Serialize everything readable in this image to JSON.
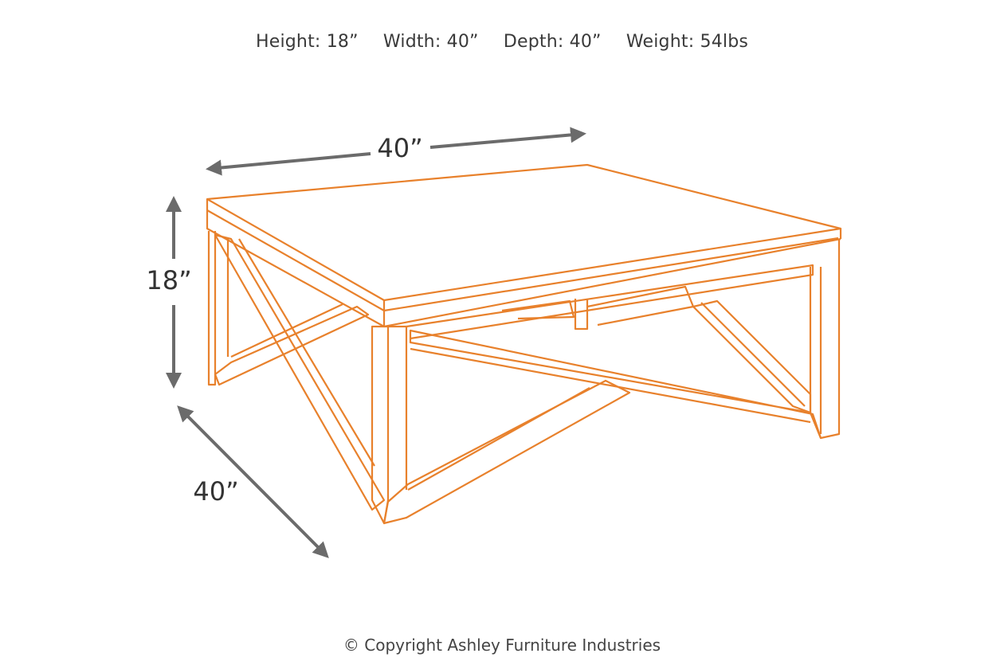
{
  "specs": {
    "height": "Height: 18”",
    "width": "Width: 40”",
    "depth": "Depth: 40”",
    "weight": "Weight: 54lbs"
  },
  "dimensions": {
    "width_label": "40”",
    "height_label": "18”",
    "depth_label": "40”"
  },
  "colors": {
    "outline": "#e8812c",
    "arrow": "#6b6b6b"
  },
  "footer": "© Copyright Ashley Furniture Industries"
}
